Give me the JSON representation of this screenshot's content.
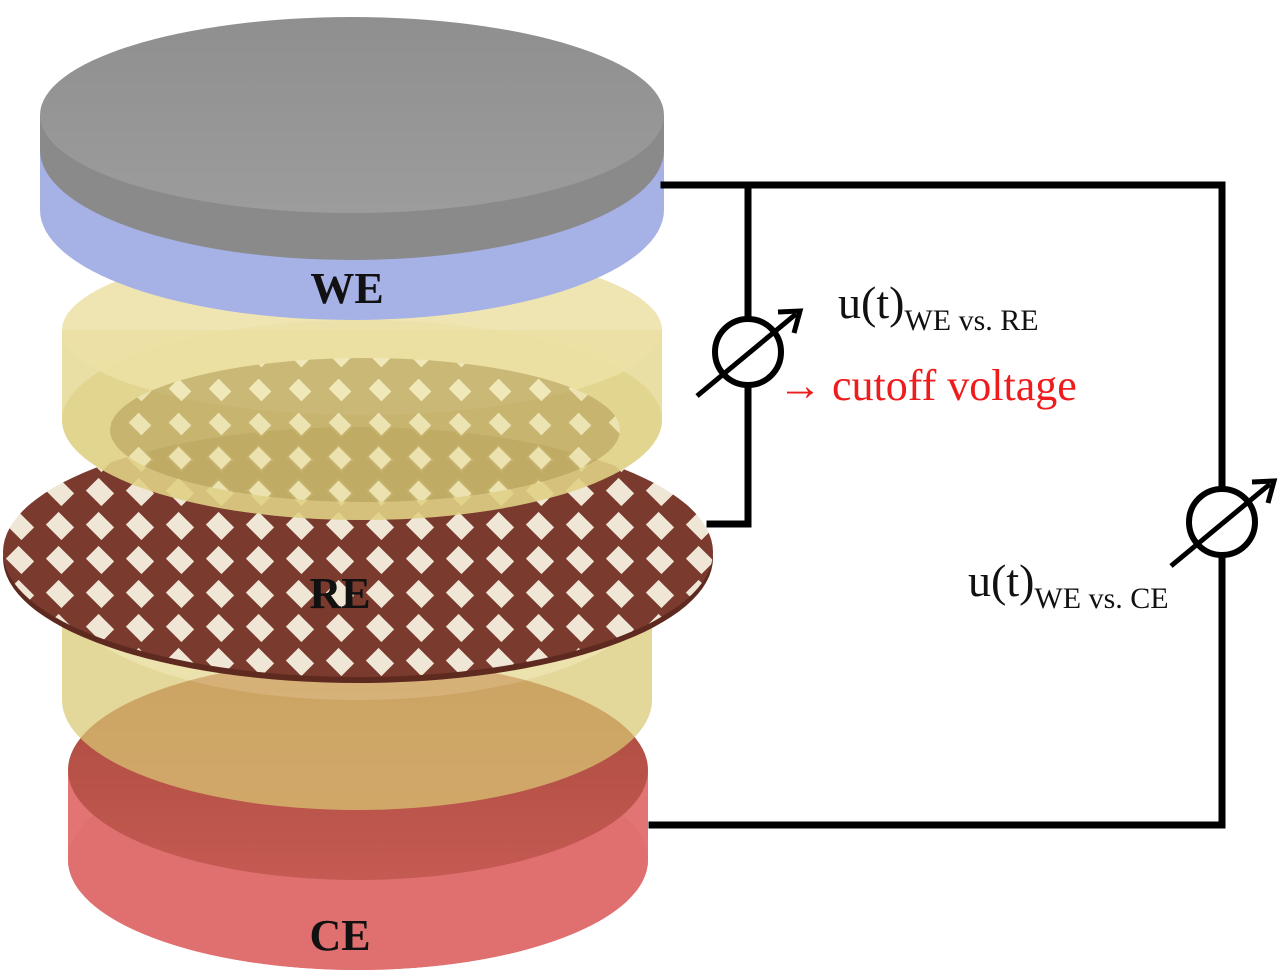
{
  "labels": {
    "we": "WE",
    "re": "RE",
    "ce": "CE"
  },
  "meters": {
    "we_vs_re": {
      "main": "u(t)",
      "sub": "WE vs. RE"
    },
    "we_vs_ce": {
      "main": "u(t)",
      "sub": "WE vs. CE"
    }
  },
  "annotation": {
    "arrow": "→",
    "text": "cutoff voltage",
    "color": "#ee1c1c"
  },
  "colors": {
    "working_electrode_top": "#999999",
    "working_electrode_side": "#a6b1e6",
    "separator": "#e8d98a",
    "reference_mesh": "#7a3a2e",
    "counter_electrode_top": "#c2504a",
    "counter_electrode_side": "#e27474",
    "wire": "#000000"
  }
}
